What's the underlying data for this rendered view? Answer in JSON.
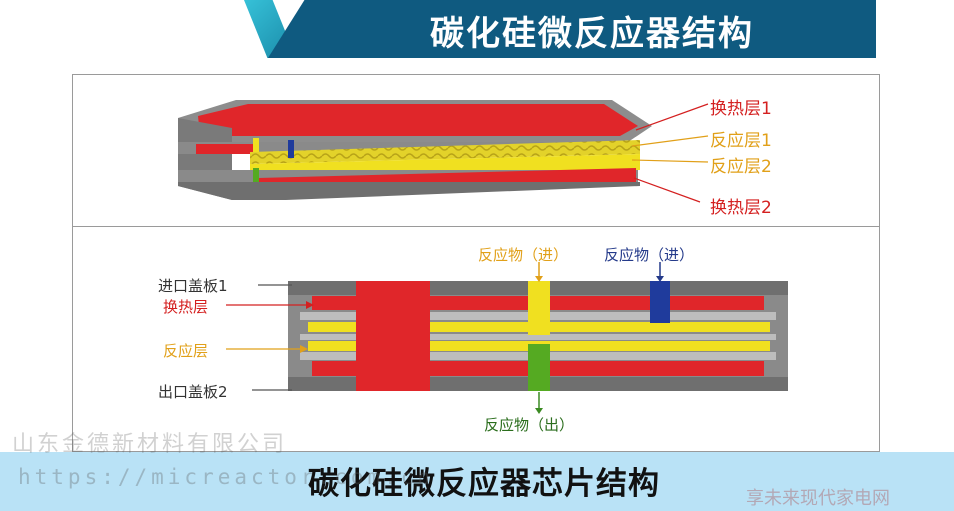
{
  "header": {
    "title": "碳化硅微反应器结构"
  },
  "top_view": {
    "labels": {
      "heat1": "换热层1",
      "react1": "反应层1",
      "react2": "反应层2",
      "heat2": "换热层2"
    }
  },
  "section_view": {
    "labels": {
      "inlet_plate": "进口盖板1",
      "heat_layer": "换热层",
      "react_layer": "反应层",
      "outlet_plate": "出口盖板2",
      "react_in_1": "反应物（进）",
      "react_in_2": "反应物（进）",
      "react_out": "反应物（出）"
    }
  },
  "footer": {
    "title": "碳化硅微反应器芯片结构"
  },
  "watermarks": {
    "company": "山东金德新材料有限公司",
    "url": "https://micreactor.com.cn",
    "site": "享未来现代家电网"
  },
  "colors": {
    "red": "#e0262a",
    "yellow": "#f0e020",
    "gray": "#8a8a8a",
    "blue": "#1f3b9c",
    "green": "#55aa22",
    "header": "#0f5a80",
    "footer": "#b9e2f6"
  }
}
